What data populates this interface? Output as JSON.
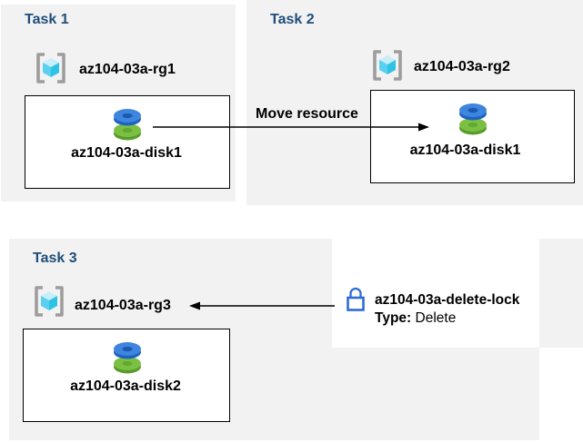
{
  "tasks": [
    {
      "title": "Task 1",
      "resource_group": "az104-03a-rg1",
      "disk": "az104-03a-disk1"
    },
    {
      "title": "Task 2",
      "resource_group": "az104-03a-rg2",
      "disk": "az104-03a-disk1"
    },
    {
      "title": "Task 3",
      "resource_group": "az104-03a-rg3",
      "disk": "az104-03a-disk2"
    }
  ],
  "move_arrow": {
    "label": "Move resource"
  },
  "lock": {
    "name": "az104-03a-delete-lock",
    "type_label": "Type:",
    "type_value": "Delete"
  },
  "icons": {
    "resource_group": "resource-group-icon",
    "disk": "managed-disk-icon",
    "lock": "lock-icon"
  },
  "colors": {
    "panel_bg": "#f2f2f2",
    "heading_text": "#1f4e79",
    "label_text": "#000000",
    "box_border": "#000000",
    "arrow": "#000000",
    "lock_blue": "#2d6cd8",
    "disk_blue_top": "#3d85de",
    "disk_blue_side": "#1f63c2",
    "disk_blue_hole": "#1c59b0",
    "disk_green_top": "#7cc043",
    "disk_green_side": "#5a9c2a",
    "disk_green_hole": "#63a832",
    "cube_top": "#c7eef9",
    "cube_left": "#5ad0f0",
    "cube_right": "#2ec3e6",
    "bracket_gray": "#9d9d9d"
  }
}
